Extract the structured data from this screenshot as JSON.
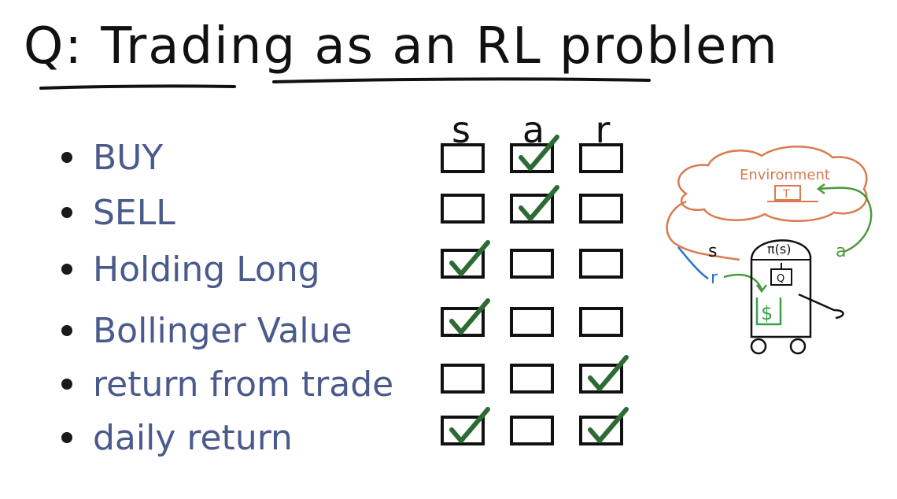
{
  "title": "Q: Trading as an RL problem",
  "columns": [
    "s",
    "a",
    "r"
  ],
  "rows": [
    {
      "label": "BUY",
      "checks": [
        false,
        true,
        false
      ]
    },
    {
      "label": "SELL",
      "checks": [
        false,
        true,
        false
      ]
    },
    {
      "label": "Holding Long",
      "checks": [
        true,
        false,
        false
      ]
    },
    {
      "label": "Bollinger Value",
      "checks": [
        true,
        false,
        false
      ]
    },
    {
      "label": "return from trade",
      "checks": [
        false,
        false,
        true
      ]
    },
    {
      "label": "daily return",
      "checks": [
        true,
        false,
        true
      ]
    }
  ],
  "diagram": {
    "environment_label": "Environment",
    "t_label": "T",
    "policy_label": "π(s)",
    "q_label": "Q",
    "dollar_label": "$",
    "s_label": "s",
    "r_label": "r",
    "a_label": "a"
  },
  "colors": {
    "ink": "#111111",
    "item_text": "#4a5a8c",
    "check": "#2e6b34",
    "environment": "#d97a4f",
    "action_arrow": "#4a9a3a",
    "reward_arrow": "#2b6fd0",
    "dollar": "#3aa14a"
  }
}
